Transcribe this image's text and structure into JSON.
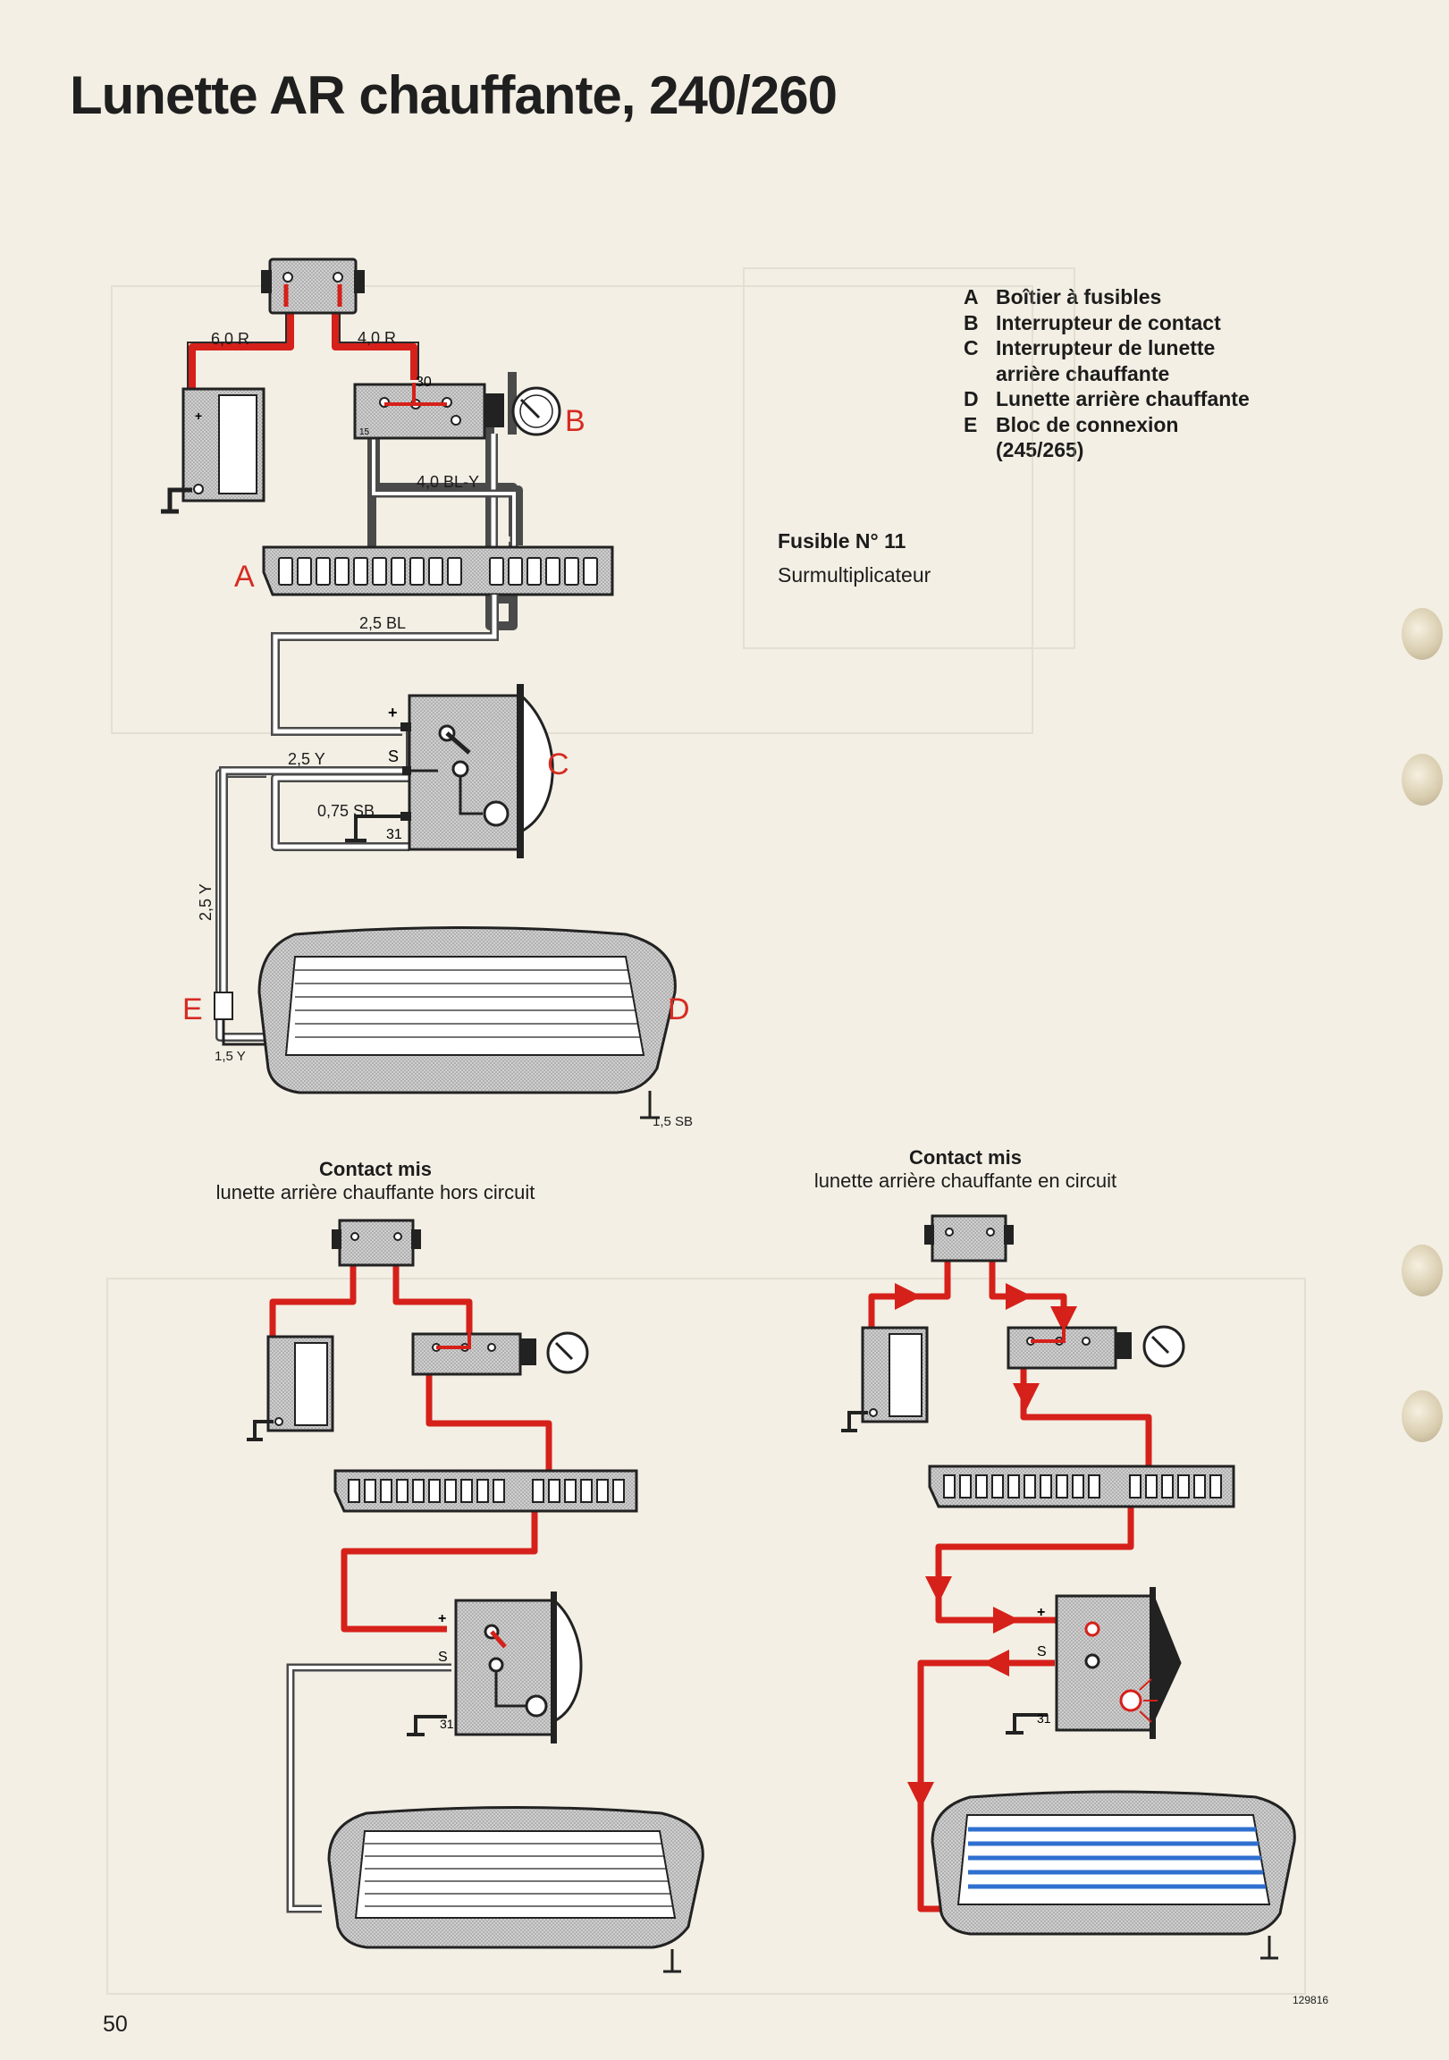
{
  "page_title": "Lunette AR chauffante, 240/260",
  "legend": [
    {
      "key": "A",
      "text": "Boîtier à fusibles"
    },
    {
      "key": "B",
      "text": "Interrupteur de contact"
    },
    {
      "key": "C",
      "text": "Interrupteur de lunette"
    },
    {
      "key": "",
      "text": "arrière chauffante"
    },
    {
      "key": "D",
      "text": "Lunette arrière chauffante"
    },
    {
      "key": "E",
      "text": "Bloc de connexion"
    },
    {
      "key": "",
      "text": "(245/265)"
    }
  ],
  "fuse": {
    "title": "Fusible N° 11",
    "text": "Surmultiplicateur"
  },
  "main_diagram": {
    "component_labels": {
      "A": "A",
      "B": "B",
      "C": "C",
      "D": "D",
      "E": "E"
    },
    "wire_labels": {
      "battery_feed": "6,0 R",
      "switch_feed": "4,0 R",
      "ignition_out": "4,0 BL-Y",
      "fuse_out": "2,5 BL",
      "switch_s_out": "2,5 Y",
      "switch_ground": "0,75 SB",
      "vertical_feed": "2,5 Y",
      "connector_out": "1,5 Y",
      "window_ground": "1,5 SB"
    },
    "terminals": {
      "t30": "30",
      "t15": "15",
      "plus": "+",
      "s": "S",
      "t31": "31"
    }
  },
  "bottom_left": {
    "title": "Contact mis",
    "subtitle": "lunette arrière chauffante hors circuit"
  },
  "bottom_right": {
    "title": "Contact mis",
    "subtitle": "lunette arrière chauffante en circuit"
  },
  "page_number": "50",
  "reference_number": "129816",
  "colors": {
    "live_wire": "#d6201a",
    "idle_wire": "#4a4a4a",
    "heated_glass": "#2f6fd0",
    "label_red": "#d62b22"
  }
}
